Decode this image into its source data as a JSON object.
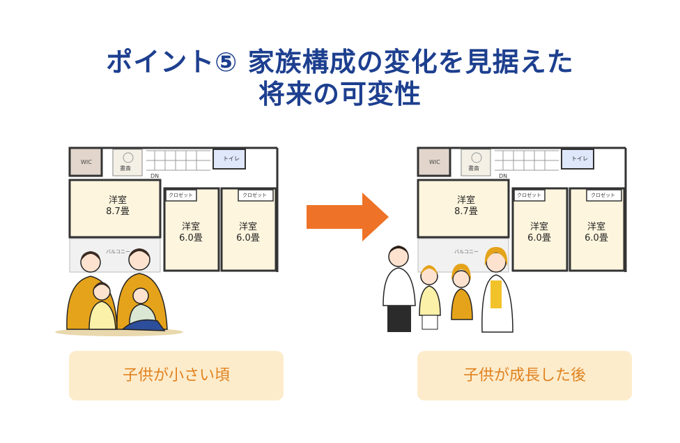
{
  "title": {
    "line1": "ポイント⑤ 家族構成の変化を見据えた",
    "line2": "将来の可変性"
  },
  "plan": {
    "wic": "WIC",
    "study": "書斎",
    "toilet": "トイレ",
    "dn": "DN",
    "closet": "クロゼット",
    "room_a": "洋室",
    "room_a_size": "8.7畳",
    "room_b": "洋室",
    "room_b_size": "6.0畳",
    "room_c": "洋室",
    "room_c_size": "6.0畳",
    "balcony": "バルコニー"
  },
  "captions": {
    "before": "子供が小さい頃",
    "after": "子供が成長した後"
  },
  "colors": {
    "title": "#1d3f8f",
    "arrow": "#ee7227",
    "caption_bg": "#fdeccc",
    "caption_text": "#e0821f"
  }
}
